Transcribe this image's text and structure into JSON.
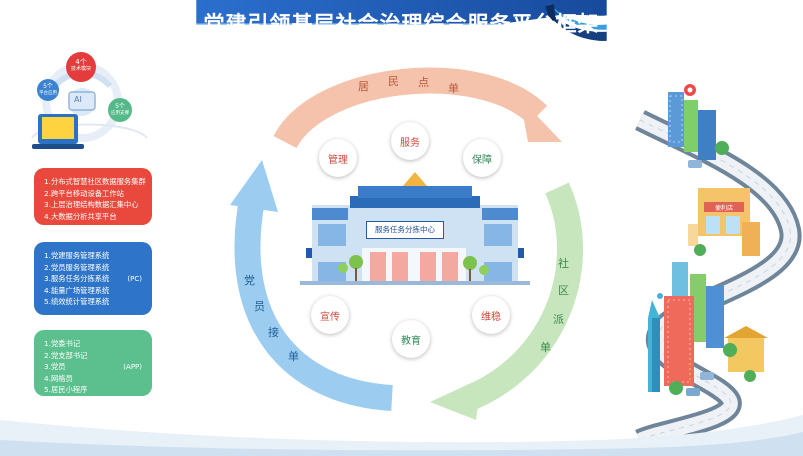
{
  "title": "党建引领基层社会治理综合服务平台框架",
  "diagram": {
    "tech": {
      "b1_count": "4个",
      "b1_label": "技术模块",
      "b2_count": "5个",
      "b2_label": "应用支撑",
      "b3_count": "5个",
      "b3_label": "平台应用",
      "center": "AI"
    },
    "panel1": {
      "items": [
        "1.分布式智慧社区数据服务集群",
        "2.跨平台移动设备工作站",
        "3.上层治理结构数据汇集中心",
        "4.大数据分析共享平台"
      ]
    },
    "panel2": {
      "items": [
        "1.党建服务管理系统",
        "2.党员服务管理系统",
        "3.服务任务分拣系统",
        "4.能量广场管理系统",
        "5.绩效统计管理系统"
      ],
      "tag": "(PC)"
    },
    "panel3": {
      "items": [
        "1.党委书记",
        "2.党支部书记",
        "3.党员",
        "4.网格员",
        "5.居民小程序"
      ],
      "tag": "(APP)"
    },
    "arcs": {
      "top": [
        "居",
        "民",
        "点",
        "单"
      ],
      "right": [
        "社",
        "区",
        "派",
        "单"
      ],
      "left": [
        "党",
        "员",
        "接",
        "单"
      ]
    },
    "nodes": {
      "n1": "管理",
      "n2": "服务",
      "n3": "保障",
      "n4": "宣传",
      "n5": "教育",
      "n6": "维稳"
    },
    "center_label": "服务任务分拣中心",
    "shop_sign": "便利店"
  },
  "colors": {
    "header_blue": "#1d57b3",
    "arc_top": "#f3b59a",
    "arc_right": "#bfe0b4",
    "arc_left": "#8ec6ee",
    "node_text_red": "#d24a3a",
    "node_text_green": "#2f8a58",
    "panel_red": "#e9493c",
    "panel_blue": "#2e75c9",
    "panel_green": "#5bbf8e"
  }
}
